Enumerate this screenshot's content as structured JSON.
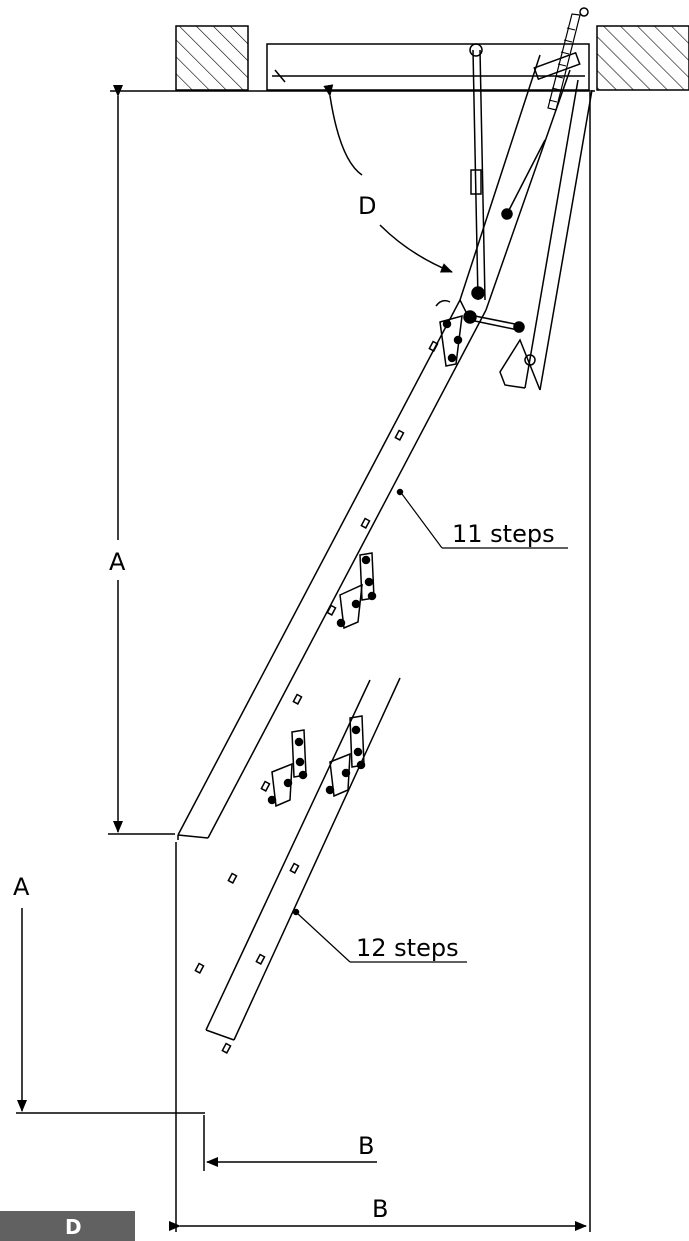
{
  "labels": {
    "angle": "D",
    "height_main": "A",
    "height_secondary": "A",
    "upper_section": "11 steps",
    "lower_section": "12 steps",
    "depth_secondary": "B",
    "depth_main": "B"
  },
  "badge": {
    "text": "D"
  },
  "colors": {
    "line": "#000000",
    "badge_bg": "#616161",
    "badge_text": "#ffffff"
  }
}
